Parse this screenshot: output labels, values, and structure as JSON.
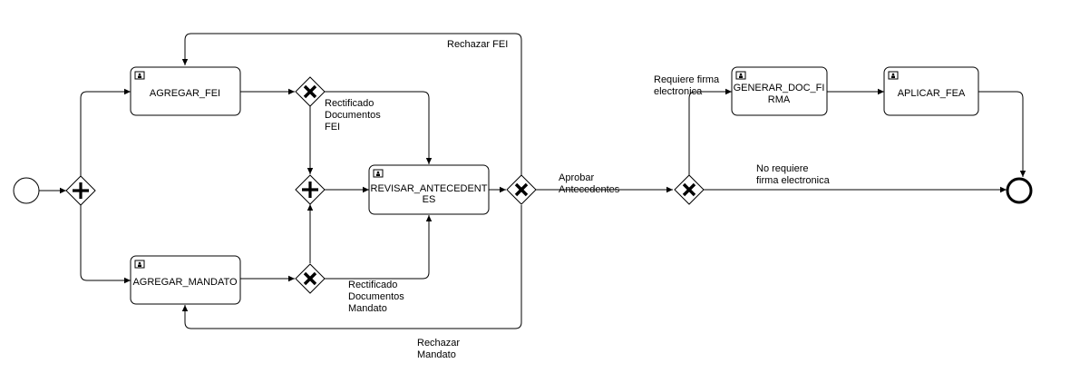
{
  "tasks": {
    "agregar_fei": "AGREGAR_FEI",
    "agregar_mandato": "AGREGAR_MANDATO",
    "revisar_line1": "REVISAR_ANTECEDENT",
    "revisar_line2": "ES",
    "generar_line1": "GENERAR_DOC_FI",
    "generar_line2": "RMA",
    "aplicar_fea": "APLICAR_FEA"
  },
  "labels": {
    "rechazar_fei": "Rechazar FEI",
    "rect_fei_1": "Rectificado",
    "rect_fei_2": "Documentos",
    "rect_fei_3": "FEI",
    "rect_man_1": "Rectificado",
    "rect_man_2": "Documentos",
    "rect_man_3": "Mandato",
    "rechazar_man_1": "Rechazar",
    "rechazar_man_2": "Mandato",
    "aprobar_1": "Aprobar",
    "aprobar_2": "Antecedentes",
    "requiere_1": "Requiere firma",
    "requiere_2": "electronica",
    "no_req_1": "No requiere",
    "no_req_2": "firma electronica"
  },
  "icons": {
    "task_type": "user-task-icon",
    "gateway_parallel": "plus-icon",
    "gateway_exclusive": "x-icon"
  }
}
